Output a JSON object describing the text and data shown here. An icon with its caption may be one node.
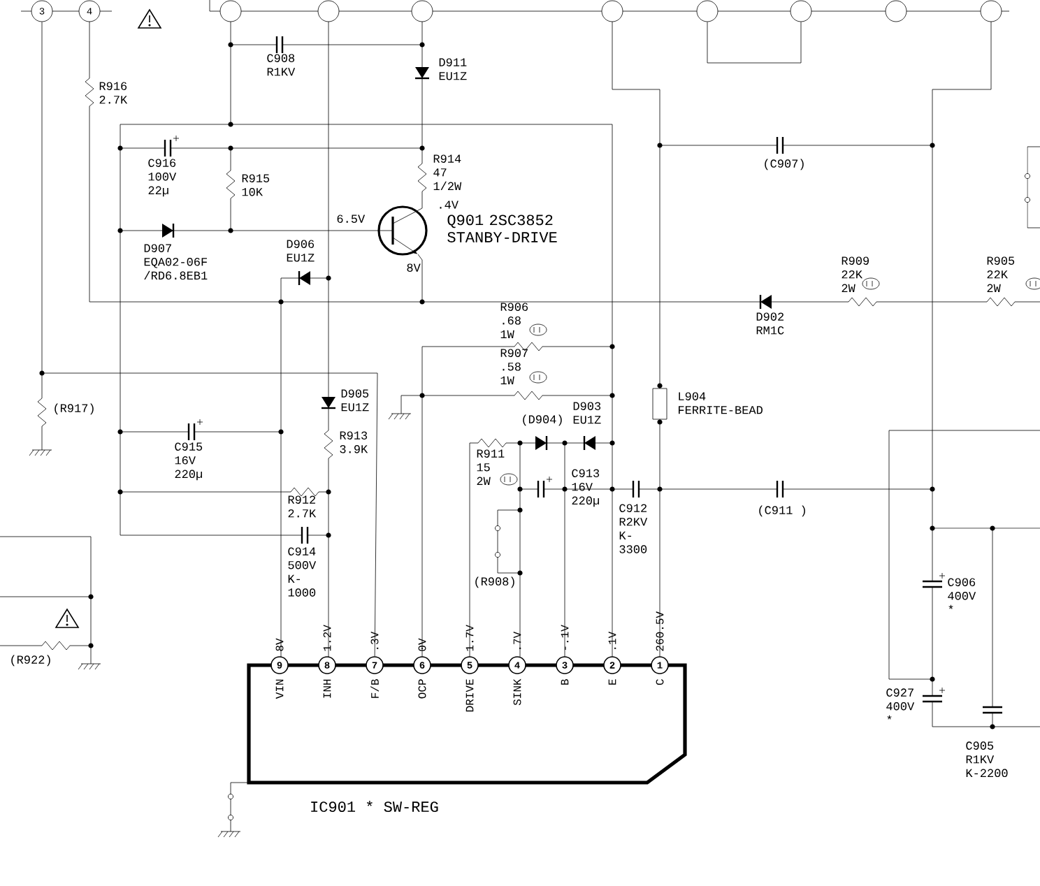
{
  "diagram": {
    "nodes": [
      {
        "text": [
          "IC901 * SW-REG"
        ]
      },
      {
        "text": [
          "9"
        ]
      },
      {
        "text": [
          "8"
        ]
      },
      {
        "text": [
          "7"
        ]
      },
      {
        "text": [
          "6"
        ]
      },
      {
        "text": [
          "5"
        ]
      },
      {
        "text": [
          "4"
        ]
      },
      {
        "text": [
          "3"
        ]
      },
      {
        "text": [
          "2"
        ]
      },
      {
        "text": [
          "1"
        ]
      },
      {
        "text": [
          "3"
        ]
      },
      {
        "text": [
          "4"
        ]
      },
      {
        "text": [],
        "shape": "circle"
      },
      {
        "text": [],
        "shape": "circle"
      },
      {
        "text": [],
        "shape": "circle"
      },
      {
        "text": [],
        "shape": "circle"
      },
      {
        "text": [],
        "shape": "circle"
      },
      {
        "text": [],
        "shape": "circle"
      },
      {
        "text": [],
        "shape": "circle"
      },
      {
        "text": [],
        "shape": "circle"
      }
    ],
    "edges": [
      {
        "from": 10,
        "to": 3,
        "arrow": "none"
      },
      {
        "from": 16,
        "to": 17,
        "arrow": "none"
      }
    ],
    "labels": [
      "C908 R1KV",
      "D911 EU1Z",
      "R916 2.7K",
      "C916 100V 22µ",
      "R915 10K",
      "R914 47 1/2W",
      ".4V",
      "6.5V",
      "Q901 2SC3852 STANBY-DRIVE",
      "8V",
      "D907 EQA02-06F /RD6.8EB1",
      "D906 EU1Z",
      "(C907)",
      "R909 22K 2W",
      "R905 22K 2W",
      "D902 RM1C",
      "R906 .68 1W",
      "R907 .58 1W",
      "(R917)",
      "D905 EU1Z",
      "L904 FERRITE-BEAD",
      "(D904)",
      "D903 EU1Z",
      "R913 3.9K",
      "C915 16V 220µ",
      "R911 15 2W",
      "C913 16V 220µ",
      "R912 2.7K",
      "C912 R2KV K- 3300",
      "(C911 )",
      "(R908)",
      "C914 500V K- 1000",
      "C906 400V *",
      "(R922)",
      "C927 400V *",
      "C905 R1KV K-2200",
      "8V",
      "1.2V",
      ".3V",
      "0V",
      "1.7V",
      ".7V",
      "-.1V",
      ".1V",
      "260.5V",
      "VIN",
      "INH",
      "F/B",
      "OCP",
      "DRIVE",
      "SINK",
      "B",
      "E",
      "C"
    ]
  }
}
